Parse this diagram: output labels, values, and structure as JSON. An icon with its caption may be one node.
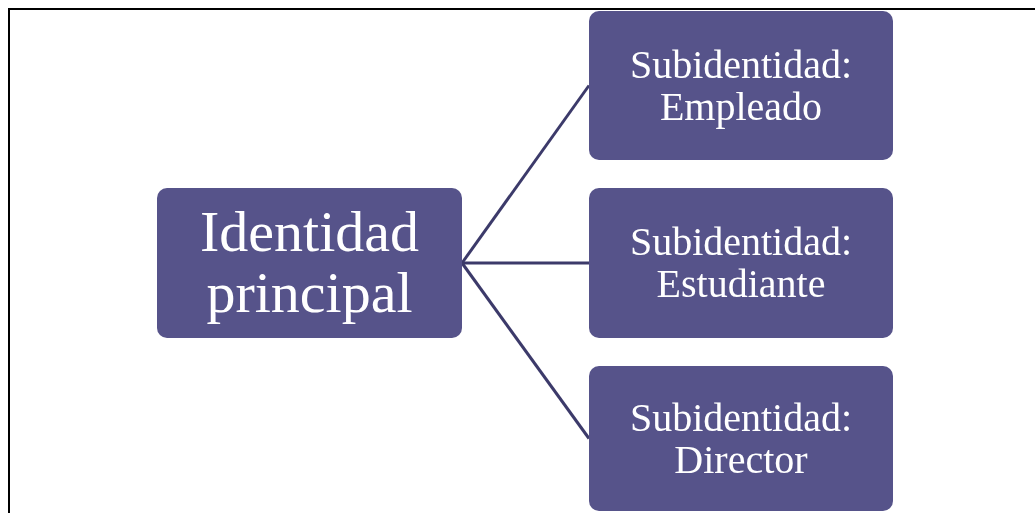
{
  "diagram": {
    "nodes": [
      {
        "text": [
          "Identidad principal"
        ]
      },
      {
        "text": [
          "Subidentidad: Empleado"
        ]
      },
      {
        "text": [
          "Subidentidad: Estudiante"
        ]
      },
      {
        "text": [
          "Subidentidad: Director"
        ]
      }
    ],
    "edges": [
      {
        "from": 0,
        "to": 1,
        "arrow": "none"
      },
      {
        "from": 0,
        "to": 2,
        "arrow": "none"
      },
      {
        "from": 0,
        "to": 3,
        "arrow": "none"
      }
    ]
  }
}
